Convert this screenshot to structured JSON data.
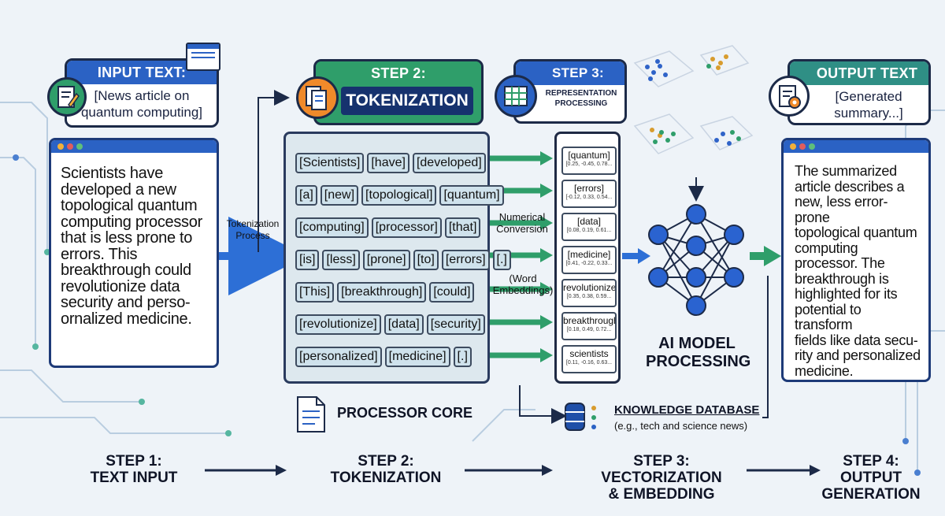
{
  "input_card": {
    "title": "INPUT TEXT:",
    "subtitle": [
      "[News article on",
      "quantum computing]"
    ]
  },
  "tokenization_card": {
    "step": "STEP 2:",
    "title": "TOKENIZATION"
  },
  "representation_card": {
    "step": "STEP 3:",
    "title": [
      "REPRESENTATION",
      "PROCESSING"
    ]
  },
  "output_card": {
    "title": "OUTPUT TEXT",
    "subtitle": [
      "[Generated",
      "summary...]"
    ]
  },
  "input_text": [
    "Scientists have",
    "developed a new",
    "topological quantum",
    "computing processor",
    "that is less prone to",
    "errors. This",
    "breakthrough could",
    "revolutionize data",
    "security and perso-",
    "ornalized medicine."
  ],
  "tokenization_process_label": [
    "Tokenization",
    "Process"
  ],
  "token_rows": [
    [
      "[Scientists]",
      "[have]",
      "[developed]"
    ],
    [
      "[a]",
      "[new]",
      "[topological]",
      "[quantum]"
    ],
    [
      "[computing]",
      "[processor]",
      "[that]"
    ],
    [
      "[is]",
      "[less]",
      "[prone]",
      "[to]",
      "[errors]",
      "[.]"
    ],
    [
      "[This]",
      "[breakthrough]",
      "[could]"
    ],
    [
      "[revolutionize]",
      "[data]",
      "[security]"
    ],
    [
      "[personalized]",
      "[medicine]",
      "[.]"
    ]
  ],
  "numerical_conversion_label": [
    "Numerical",
    "Conversion"
  ],
  "word_embeddings_label": [
    "(Word",
    "Embeddings)"
  ],
  "vectors": [
    {
      "word": "[quantum]",
      "nums": "[0.25, -0.45, 0.78..."
    },
    {
      "word": "[errors]",
      "nums": "[-0.12, 0.33, 0.54..."
    },
    {
      "word": "[data]",
      "nums": "[0.08, 0.19, 0.61..."
    },
    {
      "word": "[medicine]",
      "nums": "[0.41, -0.22, 0.33..."
    },
    {
      "word": "revolutionize",
      "nums": "[0.35, 0.38, 0.59..."
    },
    {
      "word": "breakthrough",
      "nums": "[0.18, 0.49, 0.72..."
    },
    {
      "word": "scientists",
      "nums": "[0.11, -0.16, 0.63..."
    }
  ],
  "ai_model_label": [
    "AI MODEL",
    "PROCESSING"
  ],
  "processor_core_label": "PROCESSOR CORE",
  "knowledge_db": {
    "title": "KNOWLEDGE DATABASE",
    "subtitle": "(e.g., tech and science news)"
  },
  "output_text": [
    "The summarized",
    "article describes a",
    "new, less error-prone",
    "topological quantum",
    "computing",
    "processor. The",
    "breakthrough is",
    "highlighted for its",
    "potential to transform",
    "fields like data secu-",
    "rity and personalized",
    "medicine."
  ],
  "steps": [
    {
      "line1": "STEP 1:",
      "line2": "TEXT INPUT",
      "line3": ""
    },
    {
      "line1": "STEP 2:",
      "line2": "TOKENIZATION",
      "line3": ""
    },
    {
      "line1": "STEP 3:",
      "line2": "VECTORIZATION",
      "line3": "& EMBEDDING"
    },
    {
      "line1": "STEP 4:",
      "line2": "OUTPUT",
      "line3": "GENERATION"
    }
  ],
  "colors": {
    "navy": "#1c2a48",
    "blue": "#2b62c4",
    "green": "#2f9e6a",
    "teal": "#2f8f85"
  }
}
